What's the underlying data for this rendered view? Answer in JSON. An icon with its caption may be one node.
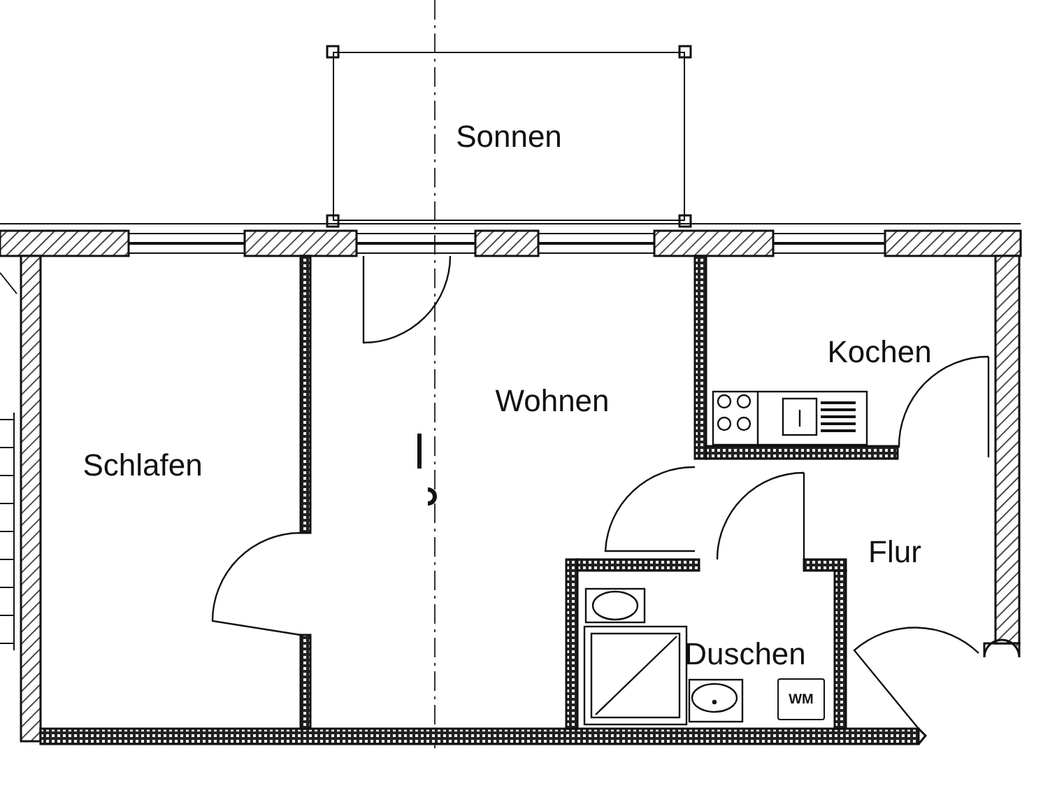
{
  "diagram": {
    "nodes": [
      {
        "text": [
          "Sonnen"
        ]
      },
      {
        "text": [
          "WM"
        ]
      }
    ],
    "labels": [
      "Kochen",
      "Wohnen",
      "Schlafen",
      "Flur",
      "Duschen"
    ]
  }
}
